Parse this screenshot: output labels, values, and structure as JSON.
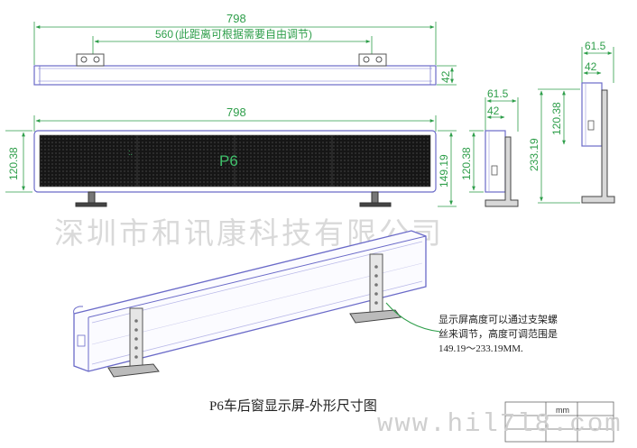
{
  "dimensions": {
    "total_length": "798",
    "bracket_spacing": "560",
    "bracket_spacing_note": "(此距离可根据需要自由调节)",
    "height_side": "42",
    "panel_height": "120.38",
    "side_width": "61.5",
    "side_depth": "42",
    "min_height": "149.19",
    "max_height": "233.19"
  },
  "screen_text": "P6",
  "watermark": "深圳市和讯康科技有限公司",
  "note_lines": [
    "显示屏高度可以通过支架螺",
    "丝来调节，高度可调范围是",
    "149.19～233.19MM."
  ],
  "caption": "P6车后窗显示屏-外形尺寸图",
  "site_watermark": "www.hil7l8.com",
  "title_block": {
    "unit": "mm"
  },
  "colors": {
    "outline": "#6a6ac8",
    "dimension": "#2e9e4a",
    "panel": "#1a1a1a",
    "bracket": "#666666"
  }
}
